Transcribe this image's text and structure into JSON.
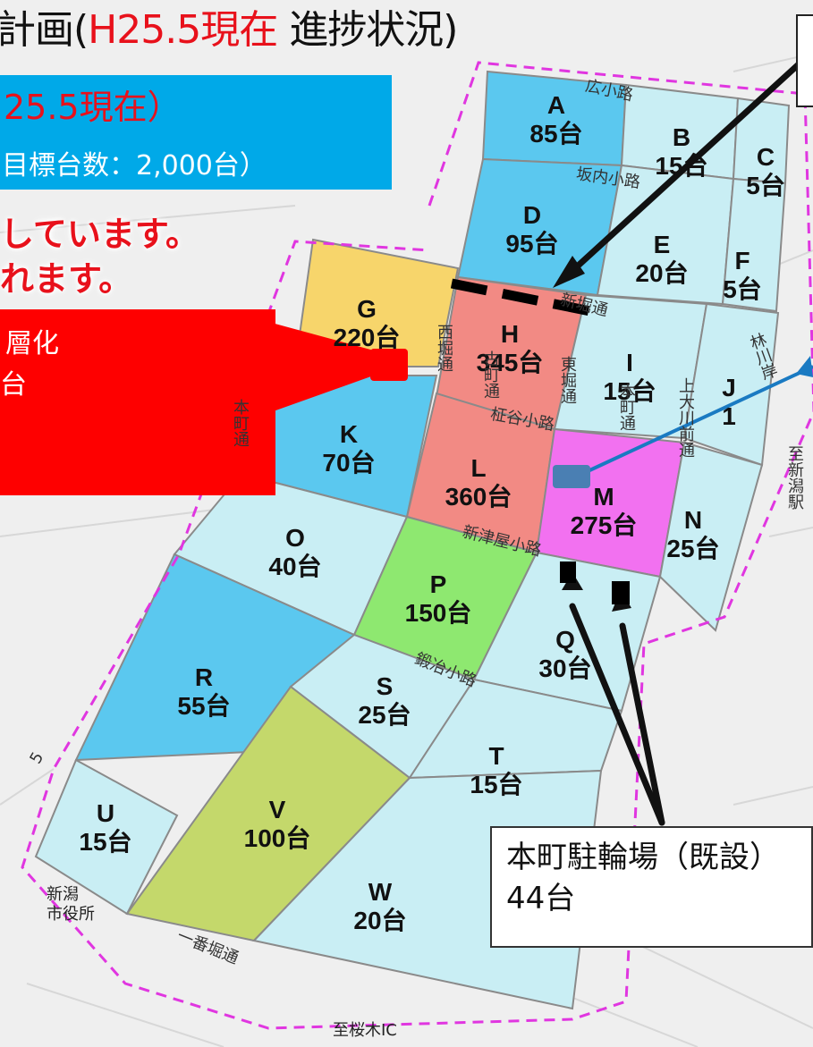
{
  "title": {
    "prefix": "計画(",
    "highlight": "H25.5現在",
    "suffix": " 進捗状況)"
  },
  "banner": {
    "line1": "25.5現在）",
    "line2": "目標台数：2,000台）"
  },
  "notice": {
    "line1": "しています。",
    "line2": "れます。"
  },
  "red_panel": {
    "line1": "層化",
    "line2": "台"
  },
  "existing_parking": {
    "label": "本町駐輪場（既設）",
    "count": "44台"
  },
  "blocks": [
    {
      "id": "A",
      "count": "85台",
      "color": "#5bc8ef"
    },
    {
      "id": "B",
      "count": "15台",
      "color": "#c9eef4"
    },
    {
      "id": "C",
      "count": "5台",
      "color": "#c9eef4"
    },
    {
      "id": "D",
      "count": "95台",
      "color": "#5bc8ef"
    },
    {
      "id": "E",
      "count": "20台",
      "color": "#c9eef4"
    },
    {
      "id": "F",
      "count": "5台",
      "color": "#c9eef4"
    },
    {
      "id": "G",
      "count": "220台",
      "color": "#f7d56b"
    },
    {
      "id": "H",
      "count": "345台",
      "color": "#f28a84"
    },
    {
      "id": "I",
      "count": "15台",
      "color": "#c9eef4"
    },
    {
      "id": "J",
      "count": "1",
      "color": "#c9eef4"
    },
    {
      "id": "K",
      "count": "70台",
      "color": "#5bc8ef"
    },
    {
      "id": "L",
      "count": "360台",
      "color": "#f28a84"
    },
    {
      "id": "M",
      "count": "275台",
      "color": "#f271f0"
    },
    {
      "id": "N",
      "count": "25台",
      "color": "#c9eef4"
    },
    {
      "id": "O",
      "count": "40台",
      "color": "#c9eef4"
    },
    {
      "id": "P",
      "count": "150台",
      "color": "#8ee870"
    },
    {
      "id": "Q",
      "count": "30台",
      "color": "#c9eef4"
    },
    {
      "id": "R",
      "count": "55台",
      "color": "#5bc8ef"
    },
    {
      "id": "S",
      "count": "25台",
      "color": "#c9eef4"
    },
    {
      "id": "T",
      "count": "15台",
      "color": "#c9eef4"
    },
    {
      "id": "U",
      "count": "15台",
      "color": "#c9eef4"
    },
    {
      "id": "V",
      "count": "100台",
      "color": "#c4d86b"
    },
    {
      "id": "W",
      "count": "20台",
      "color": "#c9eef4"
    }
  ],
  "streets": {
    "hiro": "広小路",
    "sakanai": "坂内小路",
    "shinbori": "新堀通",
    "nishibori": "西堀通",
    "honcho": "本町通",
    "higashibori": "東堀通",
    "hakidai": "柾谷小路",
    "kamiokawamae": "上大川前通",
    "honcho_i": "本町通",
    "furumachi": "古町通",
    "shintsuya": "新津屋小路",
    "kaji": "鍛冶小路",
    "ichibanbori": "一番堀通",
    "hayashi": "林川岸",
    "route5": "5"
  },
  "places": {
    "station": "至新潟駅",
    "cityhall": "新潟\n市役所",
    "ic": "至桜木IC"
  }
}
